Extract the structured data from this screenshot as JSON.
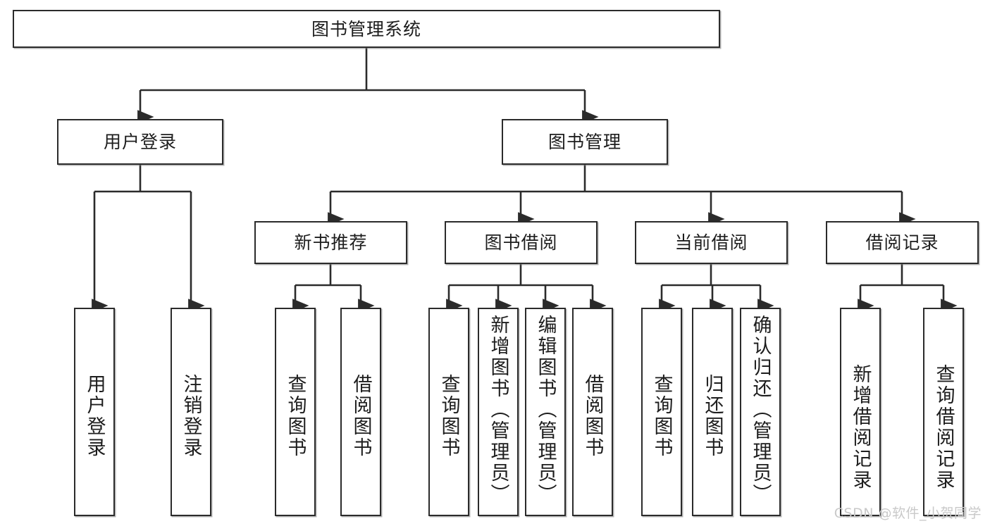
{
  "diagram": {
    "type": "tree",
    "title": "图书管理系统",
    "root": {
      "label": "图书管理系统"
    },
    "level2": [
      {
        "label": "用户登录"
      },
      {
        "label": "图书管理"
      }
    ],
    "level3": [
      {
        "label": "新书推荐"
      },
      {
        "label": "图书借阅"
      },
      {
        "label": "当前借阅"
      },
      {
        "label": "借阅记录"
      }
    ],
    "leaves": [
      {
        "label": "用户登录"
      },
      {
        "label": "注销登录"
      },
      {
        "label": "查询图书"
      },
      {
        "label": "借阅图书"
      },
      {
        "label": "查询图书"
      },
      {
        "label": "新增图书（管理员）"
      },
      {
        "label": "编辑图书（管理员）"
      },
      {
        "label": "借阅图书"
      },
      {
        "label": "查询图书"
      },
      {
        "label": "归还图书"
      },
      {
        "label": "确认归还（管理员）"
      },
      {
        "label": "新增借阅记录"
      },
      {
        "label": "查询借阅记录"
      }
    ],
    "watermark": "CSDN @软件_小贺同学",
    "colors": {
      "border": "#2b2b2b",
      "text": "#1d1d1d",
      "background": "#ffffff",
      "connector": "#2b2b2b",
      "watermark": "#c9c9c9"
    }
  }
}
